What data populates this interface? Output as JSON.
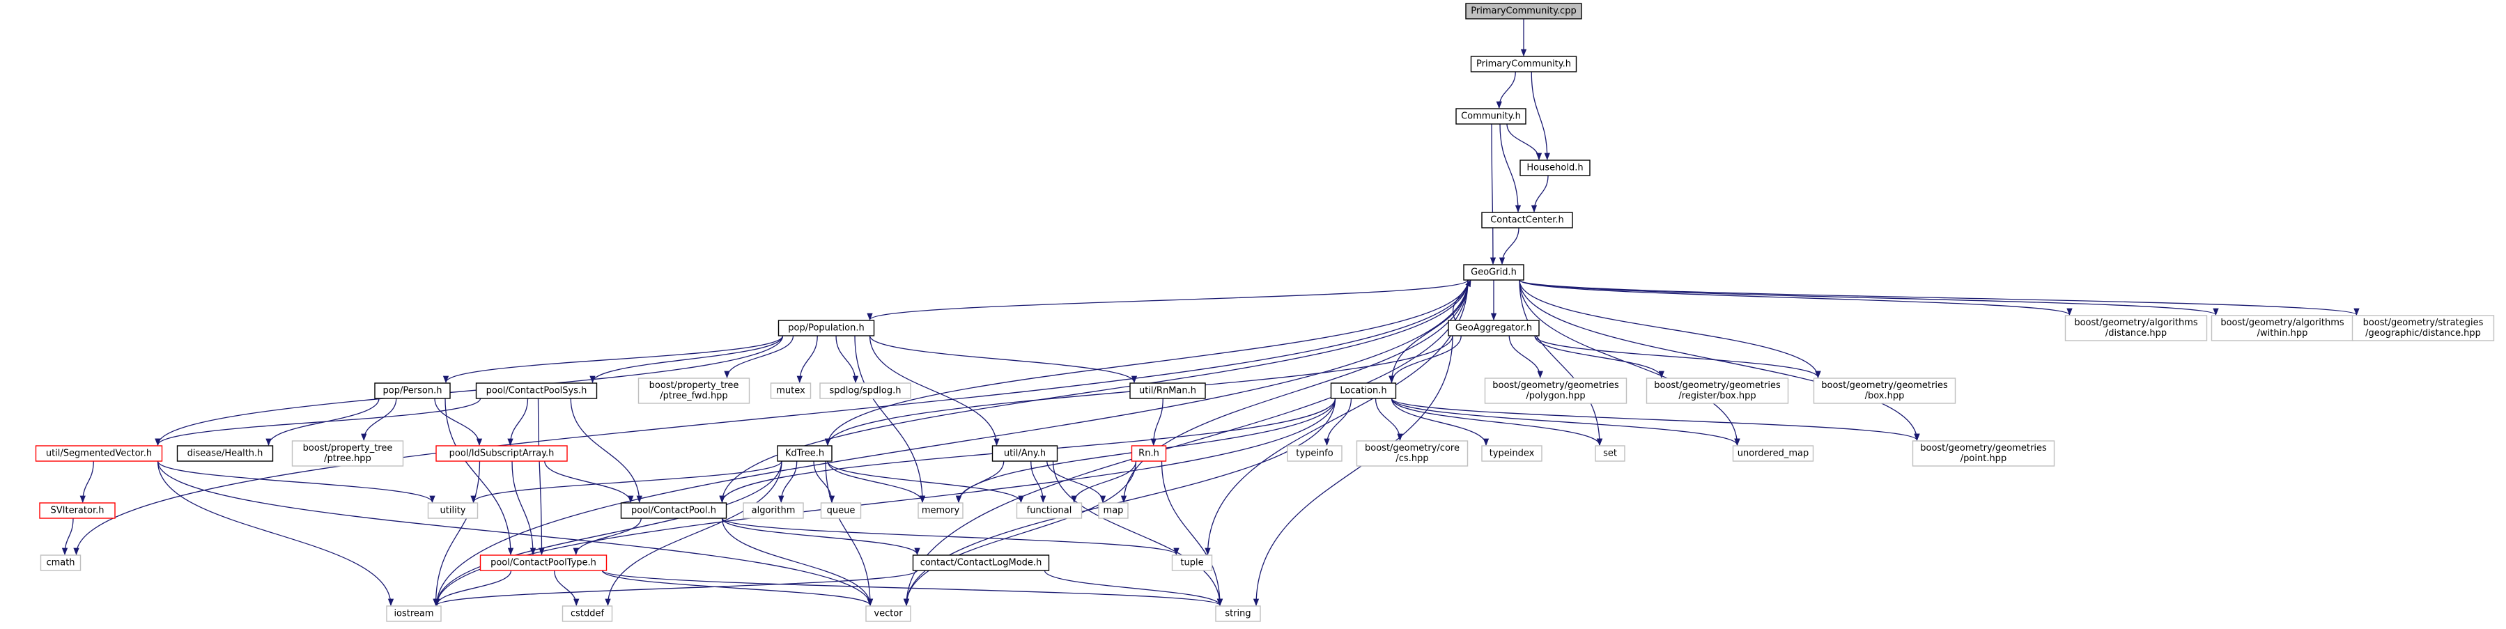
{
  "colors": {
    "edge": "#191970",
    "text": "#000000",
    "root_fill": "#bfbfbf",
    "node_fill": "#ffffff",
    "node_border": "#000000",
    "truncated_border": "#ff0000",
    "external_border": "#bfbfbf"
  },
  "nodes": [
    {
      "id": "PrimaryCommunity_cpp",
      "label": [
        "PrimaryCommunity.cpp"
      ],
      "style": "root"
    },
    {
      "id": "PrimaryCommunity_h",
      "label": [
        "PrimaryCommunity.h"
      ],
      "style": "internal"
    },
    {
      "id": "Community_h",
      "label": [
        "Community.h"
      ],
      "style": "internal"
    },
    {
      "id": "Household_h",
      "label": [
        "Household.h"
      ],
      "style": "internal"
    },
    {
      "id": "ContactCenter_h",
      "label": [
        "ContactCenter.h"
      ],
      "style": "internal"
    },
    {
      "id": "GeoGrid_h",
      "label": [
        "GeoGrid.h"
      ],
      "style": "internal"
    },
    {
      "id": "Population_h",
      "label": [
        "pop/Population.h"
      ],
      "style": "internal"
    },
    {
      "id": "GeoAggregator_h",
      "label": [
        "GeoAggregator.h"
      ],
      "style": "internal"
    },
    {
      "id": "bg_distance",
      "label": [
        "boost/geometry/algorithms",
        "/distance.hpp"
      ],
      "style": "external"
    },
    {
      "id": "bg_within",
      "label": [
        "boost/geometry/algorithms",
        "/within.hpp"
      ],
      "style": "external"
    },
    {
      "id": "bg_geo_distance",
      "label": [
        "boost/geometry/strategies",
        "/geographic/distance.hpp"
      ],
      "style": "external"
    },
    {
      "id": "Person_h",
      "label": [
        "pop/Person.h"
      ],
      "style": "internal"
    },
    {
      "id": "ContactPoolSys_h",
      "label": [
        "pool/ContactPoolSys.h"
      ],
      "style": "internal"
    },
    {
      "id": "ptree_fwd",
      "label": [
        "boost/property_tree",
        "/ptree_fwd.hpp"
      ],
      "style": "external"
    },
    {
      "id": "mutex",
      "label": [
        "mutex"
      ],
      "style": "external"
    },
    {
      "id": "spdlog",
      "label": [
        "spdlog/spdlog.h"
      ],
      "style": "external"
    },
    {
      "id": "RnMan_h",
      "label": [
        "util/RnMan.h"
      ],
      "style": "internal"
    },
    {
      "id": "Location_h",
      "label": [
        "Location.h"
      ],
      "style": "internal"
    },
    {
      "id": "bg_polygon",
      "label": [
        "boost/geometry/geometries",
        "/polygon.hpp"
      ],
      "style": "external"
    },
    {
      "id": "bg_register_box",
      "label": [
        "boost/geometry/geometries",
        "/register/box.hpp"
      ],
      "style": "external"
    },
    {
      "id": "bg_box",
      "label": [
        "boost/geometry/geometries",
        "/box.hpp"
      ],
      "style": "external"
    },
    {
      "id": "SegmentedVector_h",
      "label": [
        "util/SegmentedVector.h"
      ],
      "style": "truncated"
    },
    {
      "id": "Health_h",
      "label": [
        "disease/Health.h"
      ],
      "style": "internal"
    },
    {
      "id": "ptree",
      "label": [
        "boost/property_tree",
        "/ptree.hpp"
      ],
      "style": "external"
    },
    {
      "id": "IdSubscriptArray_h",
      "label": [
        "pool/IdSubscriptArray.h"
      ],
      "style": "truncated"
    },
    {
      "id": "KdTree_h",
      "label": [
        "KdTree.h"
      ],
      "style": "internal"
    },
    {
      "id": "Any_h",
      "label": [
        "util/Any.h"
      ],
      "style": "internal"
    },
    {
      "id": "Rn_h",
      "label": [
        "Rn.h"
      ],
      "style": "truncated"
    },
    {
      "id": "typeinfo",
      "label": [
        "typeinfo"
      ],
      "style": "external"
    },
    {
      "id": "bg_cs",
      "label": [
        "boost/geometry/core",
        "/cs.hpp"
      ],
      "style": "external"
    },
    {
      "id": "typeindex",
      "label": [
        "typeindex"
      ],
      "style": "external"
    },
    {
      "id": "set",
      "label": [
        "set"
      ],
      "style": "external"
    },
    {
      "id": "unordered_map",
      "label": [
        "unordered_map"
      ],
      "style": "external"
    },
    {
      "id": "bg_point",
      "label": [
        "boost/geometry/geometries",
        "/point.hpp"
      ],
      "style": "external"
    },
    {
      "id": "SVIterator_h",
      "label": [
        "SVIterator.h"
      ],
      "style": "truncated"
    },
    {
      "id": "utility",
      "label": [
        "utility"
      ],
      "style": "external"
    },
    {
      "id": "ContactPool_h",
      "label": [
        "pool/ContactPool.h"
      ],
      "style": "internal"
    },
    {
      "id": "algorithm",
      "label": [
        "algorithm"
      ],
      "style": "external"
    },
    {
      "id": "queue",
      "label": [
        "queue"
      ],
      "style": "external"
    },
    {
      "id": "memory",
      "label": [
        "memory"
      ],
      "style": "external"
    },
    {
      "id": "functional",
      "label": [
        "functional"
      ],
      "style": "external"
    },
    {
      "id": "map",
      "label": [
        "map"
      ],
      "style": "external"
    },
    {
      "id": "cmath",
      "label": [
        "cmath"
      ],
      "style": "external"
    },
    {
      "id": "ContactPoolType_h",
      "label": [
        "pool/ContactPoolType.h"
      ],
      "style": "truncated"
    },
    {
      "id": "ContactLogMode_h",
      "label": [
        "contact/ContactLogMode.h"
      ],
      "style": "internal"
    },
    {
      "id": "tuple",
      "label": [
        "tuple"
      ],
      "style": "external"
    },
    {
      "id": "iostream",
      "label": [
        "iostream"
      ],
      "style": "external"
    },
    {
      "id": "cstddef",
      "label": [
        "cstddef"
      ],
      "style": "external"
    },
    {
      "id": "vector",
      "label": [
        "vector"
      ],
      "style": "external"
    },
    {
      "id": "string",
      "label": [
        "string"
      ],
      "style": "external"
    }
  ],
  "edges": [
    [
      "PrimaryCommunity_cpp",
      "PrimaryCommunity_h"
    ],
    [
      "PrimaryCommunity_h",
      "Community_h"
    ],
    [
      "PrimaryCommunity_h",
      "Household_h"
    ],
    [
      "Community_h",
      "Household_h"
    ],
    [
      "Community_h",
      "ContactCenter_h"
    ],
    [
      "Community_h",
      "GeoGrid_h"
    ],
    [
      "Household_h",
      "ContactCenter_h"
    ],
    [
      "ContactCenter_h",
      "GeoGrid_h"
    ],
    [
      "GeoGrid_h",
      "Population_h"
    ],
    [
      "GeoGrid_h",
      "GeoAggregator_h"
    ],
    [
      "GeoAggregator_h",
      "GeoGrid_h"
    ],
    [
      "GeoGrid_h",
      "bg_distance"
    ],
    [
      "GeoGrid_h",
      "bg_within"
    ],
    [
      "GeoGrid_h",
      "bg_geo_distance"
    ],
    [
      "GeoGrid_h",
      "Location_h"
    ],
    [
      "GeoGrid_h",
      "KdTree_h"
    ],
    [
      "GeoGrid_h",
      "bg_box"
    ],
    [
      "GeoGrid_h",
      "bg_point"
    ],
    [
      "GeoGrid_h",
      "set"
    ],
    [
      "GeoGrid_h",
      "unordered_map"
    ],
    [
      "GeoGrid_h",
      "map"
    ],
    [
      "GeoGrid_h",
      "cmath"
    ],
    [
      "GeoGrid_h",
      "iostream"
    ],
    [
      "GeoGrid_h",
      "vector"
    ],
    [
      "GeoGrid_h",
      "tuple"
    ],
    [
      "GeoGrid_h",
      "ContactPool_h"
    ],
    [
      "Population_h",
      "Person_h"
    ],
    [
      "Population_h",
      "ContactPoolSys_h"
    ],
    [
      "Population_h",
      "ptree_fwd"
    ],
    [
      "Population_h",
      "mutex"
    ],
    [
      "Population_h",
      "spdlog"
    ],
    [
      "Population_h",
      "RnMan_h"
    ],
    [
      "Population_h",
      "Any_h"
    ],
    [
      "Population_h",
      "SegmentedVector_h"
    ],
    [
      "Population_h",
      "memory"
    ],
    [
      "GeoAggregator_h",
      "bg_polygon"
    ],
    [
      "GeoAggregator_h",
      "bg_register_box"
    ],
    [
      "GeoAggregator_h",
      "bg_box"
    ],
    [
      "GeoAggregator_h",
      "Location_h"
    ],
    [
      "GeoAggregator_h",
      "KdTree_h"
    ],
    [
      "GeoAggregator_h",
      "string"
    ],
    [
      "Person_h",
      "Health_h"
    ],
    [
      "Person_h",
      "ptree"
    ],
    [
      "Person_h",
      "IdSubscriptArray_h"
    ],
    [
      "Person_h",
      "ContactPoolType_h"
    ],
    [
      "ContactPoolSys_h",
      "IdSubscriptArray_h"
    ],
    [
      "ContactPoolSys_h",
      "ContactPool_h"
    ],
    [
      "ContactPoolSys_h",
      "ContactPoolType_h"
    ],
    [
      "ContactPoolSys_h",
      "SegmentedVector_h"
    ],
    [
      "RnMan_h",
      "Rn_h"
    ],
    [
      "Location_h",
      "typeinfo"
    ],
    [
      "Location_h",
      "bg_cs"
    ],
    [
      "Location_h",
      "typeindex"
    ],
    [
      "Location_h",
      "set"
    ],
    [
      "Location_h",
      "unordered_map"
    ],
    [
      "Location_h",
      "bg_point"
    ],
    [
      "Location_h",
      "memory"
    ],
    [
      "Location_h",
      "ContactPool_h"
    ],
    [
      "Location_h",
      "iostream"
    ],
    [
      "Location_h",
      "vector"
    ],
    [
      "SegmentedVector_h",
      "SVIterator_h"
    ],
    [
      "SegmentedVector_h",
      "utility"
    ],
    [
      "SegmentedVector_h",
      "iostream"
    ],
    [
      "SegmentedVector_h",
      "vector"
    ],
    [
      "SVIterator_h",
      "cmath"
    ],
    [
      "IdSubscriptArray_h",
      "ContactPool_h"
    ],
    [
      "IdSubscriptArray_h",
      "ContactPoolType_h"
    ],
    [
      "IdSubscriptArray_h",
      "iostream"
    ],
    [
      "KdTree_h",
      "utility"
    ],
    [
      "KdTree_h",
      "algorithm"
    ],
    [
      "KdTree_h",
      "queue"
    ],
    [
      "KdTree_h",
      "memory"
    ],
    [
      "KdTree_h",
      "functional"
    ],
    [
      "KdTree_h",
      "vector"
    ],
    [
      "KdTree_h",
      "iostream"
    ],
    [
      "KdTree_h",
      "cstddef"
    ],
    [
      "Any_h",
      "memory"
    ],
    [
      "Any_h",
      "functional"
    ],
    [
      "Any_h",
      "map"
    ],
    [
      "Any_h",
      "string"
    ],
    [
      "Rn_h",
      "functional"
    ],
    [
      "Rn_h",
      "vector"
    ],
    [
      "Rn_h",
      "string"
    ],
    [
      "ContactPool_h",
      "ContactPoolType_h"
    ],
    [
      "ContactPool_h",
      "ContactLogMode_h"
    ],
    [
      "ContactPool_h",
      "tuple"
    ],
    [
      "ContactPool_h",
      "vector"
    ],
    [
      "ContactPoolType_h",
      "iostream"
    ],
    [
      "ContactPoolType_h",
      "cstddef"
    ],
    [
      "ContactPoolType_h",
      "vector"
    ],
    [
      "ContactPoolType_h",
      "string"
    ],
    [
      "ContactLogMode_h",
      "iostream"
    ],
    [
      "ContactLogMode_h",
      "string"
    ]
  ]
}
